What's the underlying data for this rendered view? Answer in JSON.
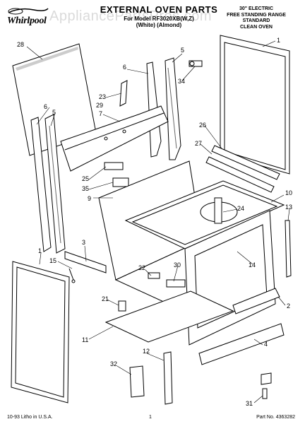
{
  "header": {
    "brand": "Whirlpool",
    "title": "EXTERNAL OVEN PARTS",
    "model_line": "For Model RF3020XB(W,Z)",
    "color_line": "(White)   (Almond)",
    "product_lines": [
      "30\" ELECTRIC",
      "FREE STANDING RANGE",
      "STANDARD",
      "CLEAN OVEN"
    ],
    "watermark": "AppliancePartsPros.com"
  },
  "callouts": [
    "28",
    "1",
    "5",
    "6",
    "34",
    "23",
    "29",
    "7",
    "6",
    "5",
    "26",
    "27",
    "25",
    "35",
    "9",
    "10",
    "24",
    "13",
    "3",
    "14",
    "15",
    "1",
    "30",
    "22",
    "21",
    "2",
    "11",
    "12",
    "4",
    "32",
    "31"
  ],
  "footer": {
    "left": "10-93  Litho in U.S.A.",
    "center": "1",
    "right": "Part No. 4363282"
  }
}
